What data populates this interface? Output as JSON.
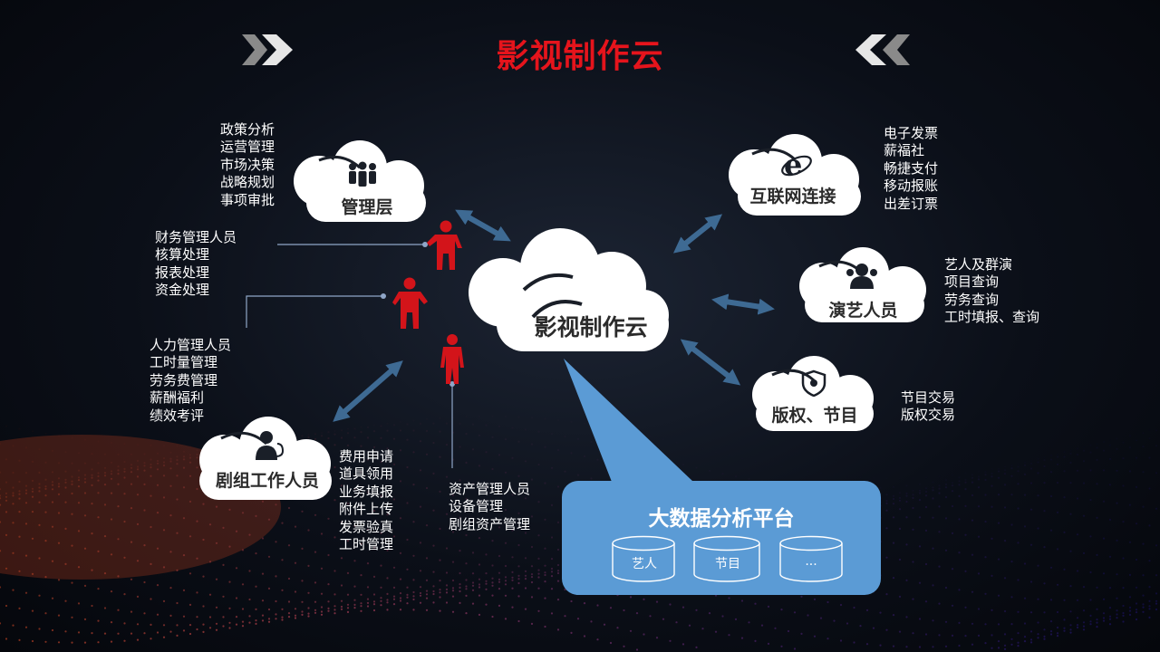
{
  "title": "影视制作云",
  "center": {
    "label": "影视制作云"
  },
  "clouds": {
    "management": "管理层",
    "internet": "互联网连接",
    "performers": "演艺人员",
    "copyright": "版权、节目",
    "crew": "剧组工作人员"
  },
  "lists": {
    "management": [
      "政策分析",
      "运营管理",
      "市场决策",
      "战略规划",
      "事项审批"
    ],
    "finance": [
      "财务管理人员",
      "核算处理",
      "报表处理",
      "资金处理"
    ],
    "hr": [
      "人力管理人员",
      "工时量管理",
      "劳务费管理",
      "薪酬福利",
      "绩效考评"
    ],
    "crew": [
      "费用申请",
      "道具领用",
      "业务填报",
      "附件上传",
      "发票验真",
      "工时管理"
    ],
    "asset": [
      "资产管理人员",
      "设备管理",
      "剧组资产管理"
    ],
    "internet": [
      "电子发票",
      "薪福社",
      "畅捷支付",
      "移动报账",
      "出差订票"
    ],
    "performers": [
      "艺人及群演",
      "项目查询",
      "劳务查询",
      "工时填报、查询"
    ],
    "copyright": [
      "节目交易",
      "版权交易"
    ]
  },
  "bigdata": {
    "title": "大数据分析平台",
    "stores": [
      "艺人",
      "节目",
      "..."
    ]
  },
  "colors": {
    "title": "#e5141c",
    "person": "#d3141a",
    "arrow": "#3e6a93",
    "bigdata_panel": "#5b9bd5",
    "cloud": "#ffffff"
  },
  "icons": [
    "chevrons-right-icon",
    "chevrons-left-icon",
    "people-group-icon",
    "ie-browser-icon",
    "performers-icon",
    "shield-icon",
    "worker-icon",
    "person-icon"
  ]
}
